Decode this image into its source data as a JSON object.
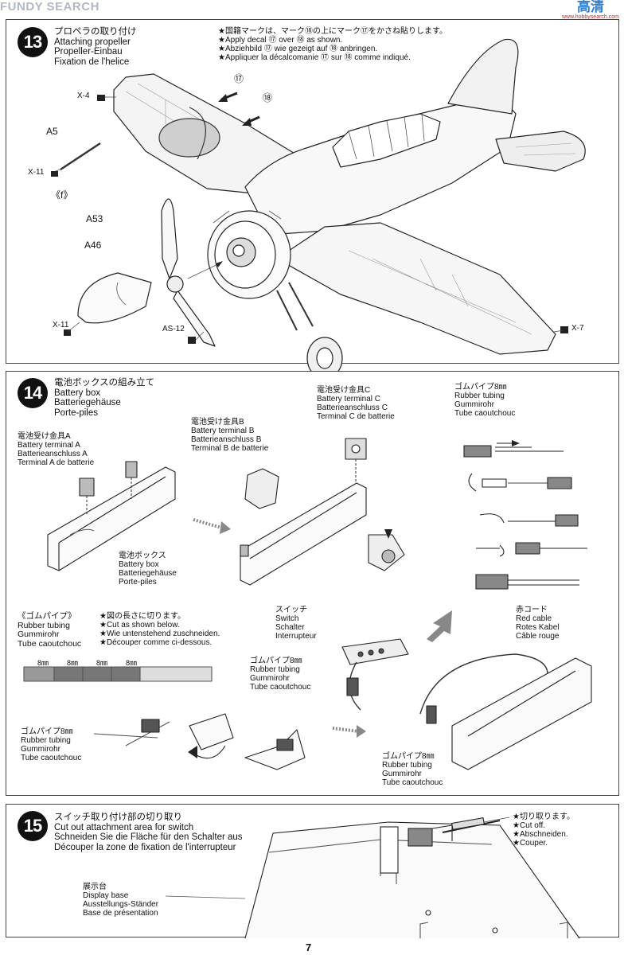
{
  "watermark": {
    "left": "FUNDY SEARCH",
    "right_cn": "高清",
    "right_url": "www.hobbysearch.com"
  },
  "step13": {
    "number": "13",
    "title_jp": "プロペラの取り付け",
    "title_en": "Attaching propeller",
    "title_de": "Propeller-Einbau",
    "title_fr": "Fixation de l'helice",
    "note_jp": "★国籍マークは、マーク⑱の上にマーク⑰をかさね貼りします。",
    "note_en": "★Apply decal ⑰ over ⑱ as shown.",
    "note_de": "★Abziehbild ⑰ wie gezeigt auf ⑱ anbringen.",
    "note_fr": "★Appliquer la décalcomanie ⑰ sur ⑱ comme indiqué.",
    "parts": {
      "x4": "X-4",
      "a5": "A5",
      "x11a": "X-11",
      "f": "《f》",
      "a53": "A53",
      "a46": "A46",
      "x11b": "X-11",
      "as12": "AS-12",
      "x7": "X-7",
      "d17": "⑰",
      "d18": "⑱"
    }
  },
  "step14": {
    "number": "14",
    "title_jp": "電池ボックスの組み立て",
    "title_en": "Battery box",
    "title_de": "Batteriegehäuse",
    "title_fr": "Porte-piles",
    "terminal_a": [
      "電池受け金具A",
      "Battery terminal A",
      "Batterieanschluss A",
      "Terminal A de batterie"
    ],
    "terminal_b": [
      "電池受け金具B",
      "Battery terminal B",
      "Batterieanschluss B",
      "Terminal B de batterie"
    ],
    "terminal_c": [
      "電池受け金具C",
      "Battery terminal C",
      "Batterieanschluss C",
      "Terminal C de batterie"
    ],
    "tubing_top": [
      "ゴムパイプ8㎜",
      "Rubber tubing",
      "Gummirohr",
      "Tube caoutchouc"
    ],
    "battery_box": [
      "電池ボックス",
      "Battery box",
      "Batteriegehäuse",
      "Porte-piles"
    ],
    "tube_section": [
      "《ゴムパイプ》",
      "Rubber tubing",
      "Gummirohr",
      "Tube caoutchouc"
    ],
    "cut_note": [
      "★図の長さに切ります。",
      "★Cut as shown below.",
      "★Wie untenstehend zuschneiden.",
      "★Découper comme ci-dessous."
    ],
    "mm_labels": [
      "8㎜",
      "8㎜",
      "8㎜",
      "8㎜"
    ],
    "switch": [
      "スイッチ",
      "Switch",
      "Schalter",
      "Interrupteur"
    ],
    "red_cable": [
      "赤コード",
      "Red cable",
      "Rotes Kabel",
      "Câble rouge"
    ],
    "tubing_mid": [
      "ゴムパイプ8㎜",
      "Rubber tubing",
      "Gummirohr",
      "Tube caoutchouc"
    ],
    "tubing_left": [
      "ゴムパイプ8㎜",
      "Rubber tubing",
      "Gummirohr",
      "Tube caoutchouc"
    ],
    "tubing_bottom": [
      "ゴムパイプ8㎜",
      "Rubber tubing",
      "Gummirohr",
      "Tube caoutchouc"
    ]
  },
  "step15": {
    "number": "15",
    "title_jp": "スイッチ取り付け部の切り取り",
    "title_en": "Cut out attachment area for switch",
    "title_de": "Schneiden Sie die Fläche für den Schalter aus",
    "title_fr": "Découper la zone de fixation de l'interrupteur",
    "cutoff": [
      "★切り取ります。",
      "★Cut off.",
      "★Abschneiden.",
      "★Couper."
    ],
    "display_base": [
      "展示台",
      "Display base",
      "Ausstellungs-Ständer",
      "Base de présentation"
    ]
  },
  "page_number": "7"
}
